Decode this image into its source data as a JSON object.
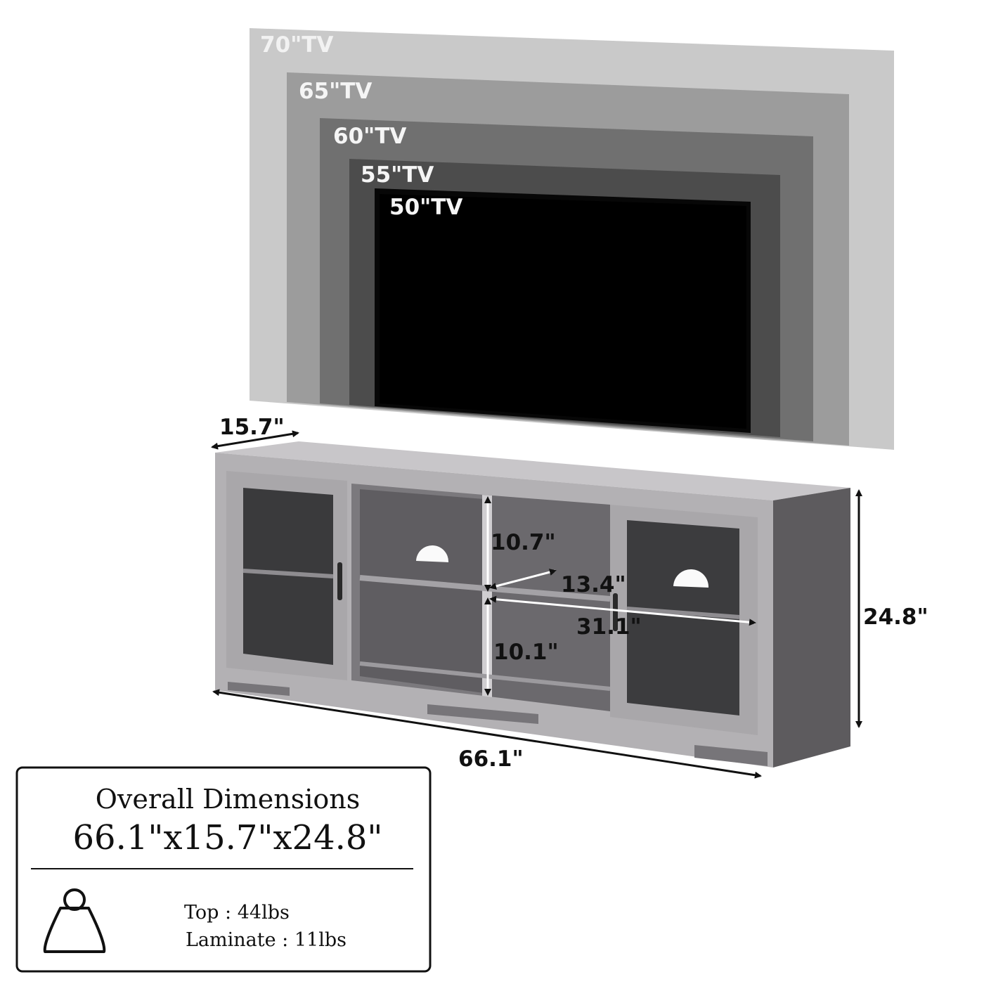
{
  "tv_sizes": [
    {
      "label": "70\"TV",
      "fill": "#c9c9c9",
      "text": "#f2f2f2"
    },
    {
      "label": "65\"TV",
      "fill": "#9c9c9c",
      "text": "#f5f5f5"
    },
    {
      "label": "60\"TV",
      "fill": "#707070",
      "text": "#f5f5f5"
    },
    {
      "label": "55\"TV",
      "fill": "#4c4c4c",
      "text": "#f5f5f5"
    },
    {
      "label": "50\"TV",
      "fill": "#070707",
      "text": "#f5f5f5"
    }
  ],
  "dimensions": {
    "depth": "15.7\"",
    "width": "66.1\"",
    "height": "24.8\"",
    "upper_shelf": "10.7\"",
    "lower_shelf": "10.1\"",
    "inner_depth": "13.4\"",
    "inner_width": "31.1\""
  },
  "info_box": {
    "title": "Overall Dimensions",
    "size": "66.1\"x15.7\"x24.8\"",
    "weights": [
      "Top : 44lbs",
      "Laminate : 11lbs"
    ]
  },
  "colors": {
    "cabinet_front": "#b3b1b4",
    "cabinet_side": "#5d5b5e",
    "cabinet_inner": "#7b797d",
    "glass": "#3a3a3c"
  },
  "icons": {
    "weight": "weight-icon"
  }
}
